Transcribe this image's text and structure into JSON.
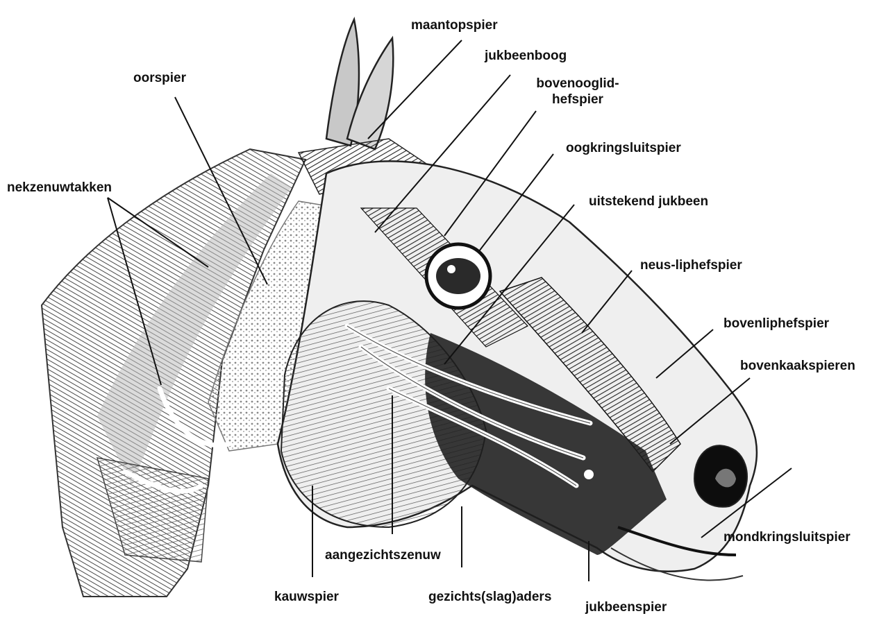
{
  "labels": {
    "maantopspier": "maantopspier",
    "jukbeenboog": "jukbeenboog",
    "bovenooglid_1": "bovenooglid-",
    "bovenooglid_2": "hefspier",
    "oorspier": "oorspier",
    "oogkringsluitspier": "oogkringsluitspier",
    "nekzenuwtakken": "nekzenuwtakken",
    "uitstekend_jukbeen": "uitstekend jukbeen",
    "neus_liphefspier": "neus-liphefspier",
    "bovenliphefspier": "bovenliphefspier",
    "bovenkaakspieren": "bovenkaakspieren",
    "mondkringsluitspier": "mondkringsluitspier",
    "aangezichtszenuw": "aangezichtszenuw",
    "kauwspier": "kauwspier",
    "gezichtsaders": "gezichts(slag)aders",
    "jukbeenspier": "jukbeenspier"
  },
  "colors": {
    "ink": "#111111",
    "dark_muscle": "#1a1a1a",
    "mid_muscle": "#5a5a5a",
    "light_tissue": "#c9c9c9",
    "nerve": "#f2f2f2"
  }
}
